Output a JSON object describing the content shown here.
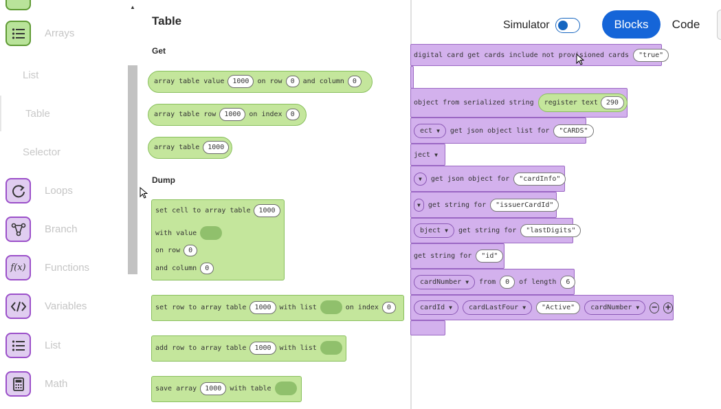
{
  "categories": [
    {
      "name": "arrays",
      "label": "Arrays",
      "icon": "list-icon",
      "color": "green"
    },
    {
      "name": "loops",
      "label": "Loops",
      "icon": "loop-icon",
      "color": "purple"
    },
    {
      "name": "branch",
      "label": "Branch",
      "icon": "branch-icon",
      "color": "purple"
    },
    {
      "name": "functions",
      "label": "Functions",
      "icon": "function-icon",
      "color": "purple"
    },
    {
      "name": "variables",
      "label": "Variables",
      "icon": "code-icon",
      "color": "purple"
    },
    {
      "name": "list",
      "label": "List",
      "icon": "list-icon",
      "color": "purple"
    },
    {
      "name": "math",
      "label": "Math",
      "icon": "calculator-icon",
      "color": "purple"
    }
  ],
  "subcategories": [
    "List",
    "Table",
    "Selector"
  ],
  "flyout": {
    "title": "Table",
    "sections": {
      "get": "Get",
      "dump": "Dump"
    },
    "blocks": {
      "value": {
        "t1": "array table value",
        "v1": "1000",
        "t2": "on row",
        "v2": "0",
        "t3": "and column",
        "v3": "0"
      },
      "row": {
        "t1": "array table row",
        "v1": "1000",
        "t2": "on index",
        "v2": "0"
      },
      "table": {
        "t1": "array table",
        "v1": "1000"
      },
      "setcell": {
        "t1": "set cell to array table",
        "v1": "1000",
        "t2": "with value",
        "t3": "on row",
        "v3": "0",
        "t4": "and column",
        "v4": "0"
      },
      "setrow": {
        "t1": "set row to array table",
        "v1": "1000",
        "t2": "with list",
        "t3": "on index",
        "v3": "0"
      },
      "addrow": {
        "t1": "add row to array table",
        "v1": "1000",
        "t2": "with list"
      },
      "save": {
        "t1": "save array",
        "v1": "1000",
        "t2": "with table"
      }
    }
  },
  "header": {
    "simulator_label": "Simulator",
    "simulator_on": false,
    "blocks_label": "Blocks",
    "code_label": "Code",
    "accent": "#1565d8"
  },
  "workspace": {
    "b1": {
      "t": "digital card get cards include not provisioned cards",
      "v": "\"true\""
    },
    "b2": {
      "t": "object from serialized string",
      "t2": "register text",
      "v": "290"
    },
    "b3": {
      "d": "ect",
      "t": "get json object list for",
      "v": "\"CARDS\""
    },
    "b4": {
      "d": "ject"
    },
    "b5": {
      "t": "get json object for",
      "v": "\"cardInfo\""
    },
    "b6": {
      "t": "get string for",
      "v": "\"issuerCardId\""
    },
    "b7": {
      "d": "bject",
      "t": "get string for",
      "v": "\"lastDigits\""
    },
    "b8": {
      "t": "get string for",
      "v": "\"id\""
    },
    "b9": {
      "d": "cardNumber",
      "t": "from",
      "v": "0",
      "t2": "of length",
      "v2": "6"
    },
    "b10": {
      "d1": "cardId",
      "d2": "cardLastFour",
      "v": "\"Active\"",
      "d3": "cardNumber"
    }
  },
  "colors": {
    "green_block": "#c4e69c",
    "purple_block": "#d3b1ed"
  }
}
